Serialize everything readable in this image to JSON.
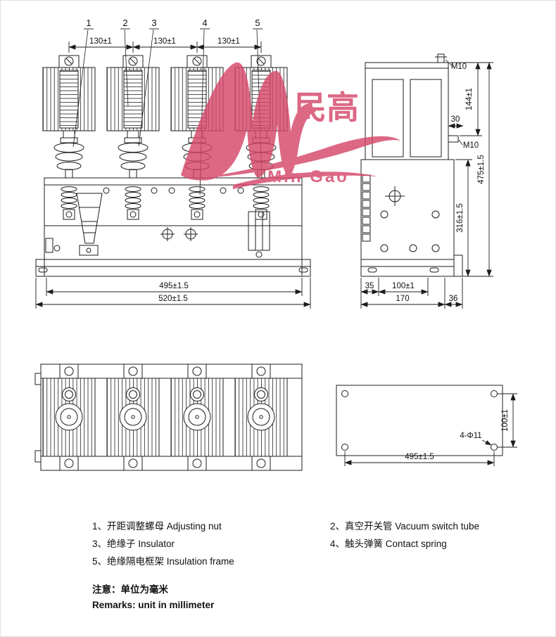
{
  "sheet": {
    "background": "#ffffff",
    "line_color": "#1c1c1c"
  },
  "watermark": {
    "cjk": "民高",
    "latin": "Min Gao",
    "color": "#d5476a"
  },
  "front_view": {
    "callouts": {
      "c1": "1",
      "c2": "2",
      "c3": "3",
      "c4": "4",
      "c5": "5"
    },
    "dim_pitch_1": "130±1",
    "dim_pitch_2": "130±1",
    "dim_pitch_3": "130±1",
    "dim_width_inner": "495±1.5",
    "dim_width_outer": "520±1.5"
  },
  "side_view": {
    "thread_top": "M10",
    "dim_top_height": "144±1",
    "dim_offset": "30",
    "thread_side": "M10",
    "dim_total_height": "475±1.5",
    "dim_body_height": "316±1.5",
    "dim_base_a": "35",
    "dim_base_b": "100±1",
    "dim_depth": "170",
    "dim_base_c": "36"
  },
  "plan_view": {
    "dim_hole_spacing_v": "100±1",
    "hole_note": "4-Φ11",
    "dim_hole_spacing_h": "495±1.5"
  },
  "legend": {
    "items_left": [
      "1、开距调整螺母  Adjusting nut",
      "3、绝缘子  Insulator",
      "5、绝缘隔电框架  Insulation frame"
    ],
    "items_right": [
      "2、真空开关管  Vacuum switch tube",
      "4、触头弹簧  Contact spring"
    ],
    "note_zh": "注意：单位为毫米",
    "note_en": "Remarks: unit in millimeter"
  }
}
